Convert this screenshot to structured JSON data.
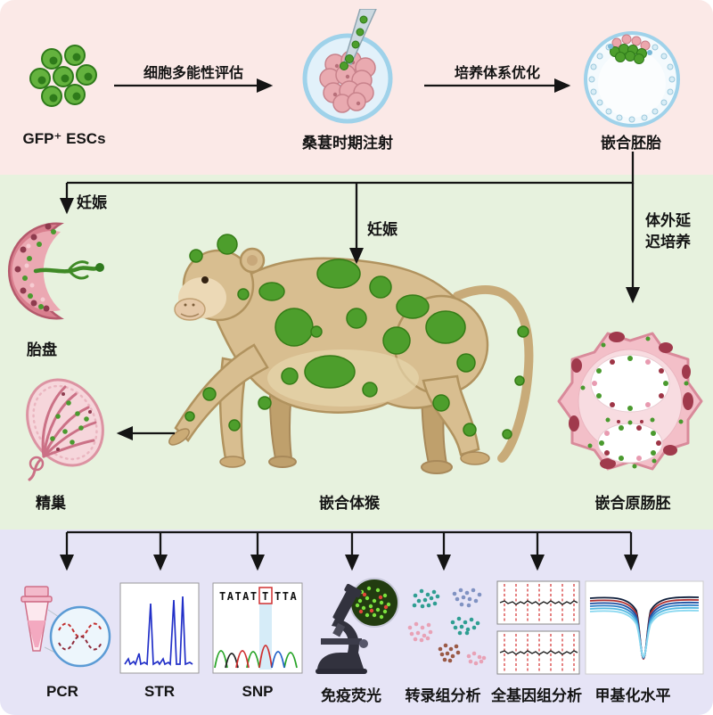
{
  "top": {
    "esc_label": "GFP⁺ ESCs",
    "step1_label": "细胞多能性评估",
    "morula_label": "桑葚时期注射",
    "step2_label": "培养体系优化",
    "embryo_label": "嵌合胚胎"
  },
  "middle": {
    "pregnancy_left_label": "妊娠",
    "pregnancy_center_label": "妊娠",
    "invitro_label": "体外延迟培养",
    "placenta_label": "胎盘",
    "testis_label": "精巢",
    "monkey_label": "嵌合体猴",
    "gastruloid_label": "嵌合原肠胚"
  },
  "bottom": {
    "assays": [
      {
        "label": "PCR"
      },
      {
        "label": "STR"
      },
      {
        "label": "SNP"
      },
      {
        "label": "免疫荧光"
      },
      {
        "label": "转录组分析"
      },
      {
        "label": "全基因组分析"
      },
      {
        "label": "甲基化水平"
      }
    ],
    "snp_sequence": {
      "before": "TATAT",
      "highlight": "T",
      "after": "TTA"
    }
  },
  "colors": {
    "top_bg": "#fbe9e7",
    "middle_bg": "#e7f2de",
    "bottom_bg": "#e6e4f6",
    "gfp_green": "#4d9e2c",
    "cell_pink": "#e9aab0",
    "arrow": "#141414",
    "str_blue": "#2230c8",
    "snp_highlight": "#d6ecf8",
    "red_mark": "#d03030"
  }
}
